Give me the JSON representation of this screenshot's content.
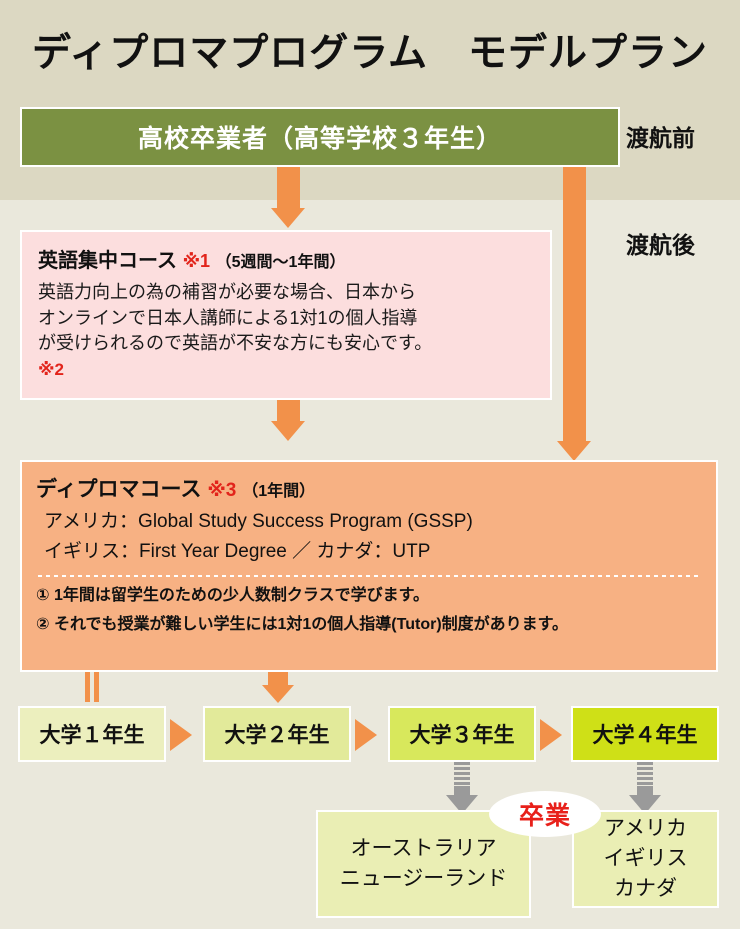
{
  "title": "ディプロマプログラム　モデルプラン",
  "stages": {
    "pre_departure": "渡航前",
    "post_departure": "渡航後"
  },
  "green_box": {
    "label": "高校卒業者（高等学校３年生）",
    "color": "#7b9142"
  },
  "english_course": {
    "heading": "英語集中コース",
    "mark": "※1",
    "duration": "（5週間〜1年間）",
    "body_lines": [
      "英語力向上の為の補習が必要な場合、日本から",
      "オンラインで日本人講師による1対1の個人指導",
      "が受けられるので英語が不安な方にも安心です。"
    ],
    "footnote": "※2",
    "color": "#fcdede",
    "mark_color": "#e2241b"
  },
  "diploma_course": {
    "heading": "ディプロマコース",
    "mark": "※3",
    "duration": "（1年間）",
    "program_lines": [
      "アメリカ：Global Study Success Program (GSSP)",
      "イギリス：First Year Degree ／ カナダ：UTP"
    ],
    "notes": [
      "① 1年間は留学生のための少人数制クラスで学びます。",
      "② それでも授業が難しい学生には1対1の個人指導(Tutor)制度があります。"
    ],
    "color": "#f7b183",
    "mark_color": "#e2241b"
  },
  "years": [
    {
      "label": "大学１年生",
      "color": "#ecefbe"
    },
    {
      "label": "大学２年生",
      "color": "#e2ea9a"
    },
    {
      "label": "大学３年生",
      "color": "#d8e85c"
    },
    {
      "label": "大学４年生",
      "color": "#cfe017"
    }
  ],
  "destinations": [
    {
      "lines": [
        "オーストラリア",
        "ニュージーランド"
      ]
    },
    {
      "lines": [
        "アメリカ",
        "イギリス",
        "カナダ"
      ]
    }
  ],
  "graduation": {
    "label": "卒業",
    "color": "#e8201a"
  },
  "accent": {
    "orange": "#f2914a",
    "gray": "#969696",
    "background_top": "#dcd8c2",
    "background_bottom": "#eae8dc"
  }
}
